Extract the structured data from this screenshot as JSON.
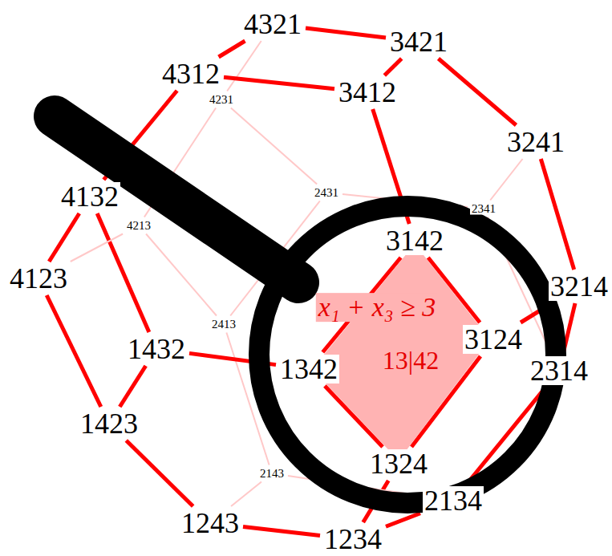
{
  "diagram": {
    "nodes": [
      {
        "text": [
          "4321"
        ]
      },
      {
        "text": [
          "3421"
        ]
      },
      {
        "text": [
          "4312"
        ]
      },
      {
        "text": [
          "3412"
        ]
      },
      {
        "text": [
          "4231"
        ]
      },
      {
        "text": [
          "3241"
        ]
      },
      {
        "text": [
          "2431"
        ]
      },
      {
        "text": [
          "4132"
        ]
      },
      {
        "text": [
          "2341"
        ]
      },
      {
        "text": [
          "4213"
        ]
      },
      {
        "text": [
          "3142"
        ]
      },
      {
        "text": [
          "4123"
        ]
      },
      {
        "text": [
          "3214"
        ]
      },
      {
        "text": [
          "2413"
        ]
      },
      {
        "text": [
          "3124"
        ]
      },
      {
        "text": [
          "1432"
        ]
      },
      {
        "text": [
          "1342"
        ]
      },
      {
        "text": [
          "2314"
        ]
      },
      {
        "text": [
          "1423"
        ]
      },
      {
        "text": [
          "1324"
        ]
      },
      {
        "text": [
          "2143"
        ]
      },
      {
        "text": [
          "2134"
        ]
      },
      {
        "text": [
          "1243"
        ]
      },
      {
        "text": [
          "1234"
        ]
      },
      {
        "text": [
          "x₁ + x₃ ≥ 3",
          "13|42"
        ]
      }
    ],
    "edges": [
      {
        "from": 0,
        "to": 1,
        "arrow": "none"
      },
      {
        "from": 0,
        "to": 4,
        "arrow": "none"
      },
      {
        "from": 0,
        "to": 2,
        "arrow": "none"
      },
      {
        "from": 1,
        "to": 5,
        "arrow": "none"
      },
      {
        "from": 1,
        "to": 3,
        "arrow": "none"
      },
      {
        "from": 2,
        "to": 3,
        "arrow": "none"
      },
      {
        "from": 2,
        "to": 7,
        "arrow": "none"
      },
      {
        "from": 3,
        "to": 10,
        "arrow": "none"
      },
      {
        "from": 4,
        "to": 6,
        "arrow": "none"
      },
      {
        "from": 4,
        "to": 9,
        "arrow": "none"
      },
      {
        "from": 5,
        "to": 8,
        "arrow": "none"
      },
      {
        "from": 5,
        "to": 12,
        "arrow": "none"
      },
      {
        "from": 6,
        "to": 8,
        "arrow": "none"
      },
      {
        "from": 6,
        "to": 13,
        "arrow": "none"
      },
      {
        "from": 7,
        "to": 15,
        "arrow": "none"
      },
      {
        "from": 7,
        "to": 11,
        "arrow": "none"
      },
      {
        "from": 8,
        "to": 17,
        "arrow": "none"
      },
      {
        "from": 9,
        "to": 13,
        "arrow": "none"
      },
      {
        "from": 9,
        "to": 11,
        "arrow": "none"
      },
      {
        "from": 10,
        "to": 16,
        "arrow": "none"
      },
      {
        "from": 10,
        "to": 14,
        "arrow": "none"
      },
      {
        "from": 11,
        "to": 18,
        "arrow": "none"
      },
      {
        "from": 12,
        "to": 17,
        "arrow": "none"
      },
      {
        "from": 12,
        "to": 14,
        "arrow": "none"
      },
      {
        "from": 13,
        "to": 20,
        "arrow": "none"
      },
      {
        "from": 14,
        "to": 19,
        "arrow": "none"
      },
      {
        "from": 15,
        "to": 16,
        "arrow": "none"
      },
      {
        "from": 15,
        "to": 18,
        "arrow": "none"
      },
      {
        "from": 16,
        "to": 19,
        "arrow": "none"
      },
      {
        "from": 17,
        "to": 21,
        "arrow": "none"
      },
      {
        "from": 18,
        "to": 22,
        "arrow": "none"
      },
      {
        "from": 19,
        "to": 23,
        "arrow": "none"
      },
      {
        "from": 20,
        "to": 22,
        "arrow": "none"
      },
      {
        "from": 20,
        "to": 21,
        "arrow": "none"
      },
      {
        "from": 21,
        "to": 23,
        "arrow": "none"
      },
      {
        "from": 22,
        "to": 23,
        "arrow": "none"
      }
    ]
  }
}
